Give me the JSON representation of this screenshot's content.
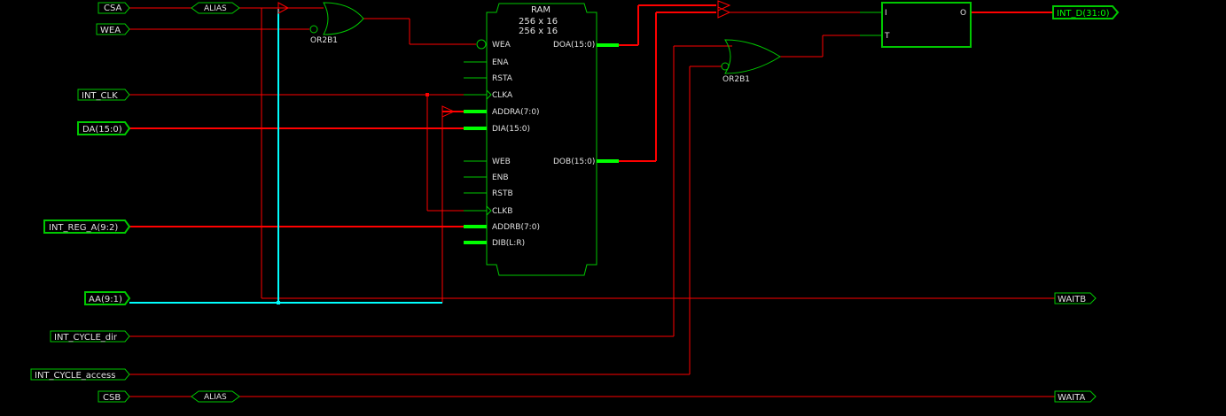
{
  "colors": {
    "background": "#000000",
    "component": "#00c800",
    "bus": "#00ff00",
    "net": "#ff0000",
    "highlight": "#00ffff",
    "text": "#e0e0e0"
  },
  "ports_in": {
    "csa": "CSA",
    "wea": "WEA",
    "int_clk": "INT_CLK",
    "da": "DA(15:0)",
    "int_reg_a": "INT_REG_A(9:2)",
    "aa": "AA(9:1)",
    "int_cycle_dir": "INT_CYCLE_dir",
    "int_cycle_access": "INT_CYCLE_access",
    "csb": "CSB"
  },
  "ports_out": {
    "int_d": "INT_D(31:0)",
    "waitb": "WAITB",
    "waita": "WAITA"
  },
  "alias_top": "ALIAS",
  "alias_bottom": "ALIAS",
  "or_gate_1": "OR2B1",
  "or_gate_2": "OR2B1",
  "ram": {
    "title": "RAM",
    "size_line1": "256 x 16",
    "size_line2": "256 x 16",
    "pins_left": {
      "wea": "WEA",
      "ena": "ENA",
      "rsta": "RSTA",
      "clka": "CLKA",
      "addra": "ADDRA(7:0)",
      "dia": "DIA(15:0)",
      "web": "WEB",
      "enb": "ENB",
      "rstb": "RSTB",
      "clkb": "CLKB",
      "addrb": "ADDRB(7:0)",
      "dib": "DIB(L:R)"
    },
    "pins_right": {
      "doa": "DOA(15:0)",
      "dob": "DOB(15:0)"
    }
  },
  "tristate_buffer": {
    "pin_i": "I",
    "pin_t": "T",
    "pin_o": "O"
  }
}
